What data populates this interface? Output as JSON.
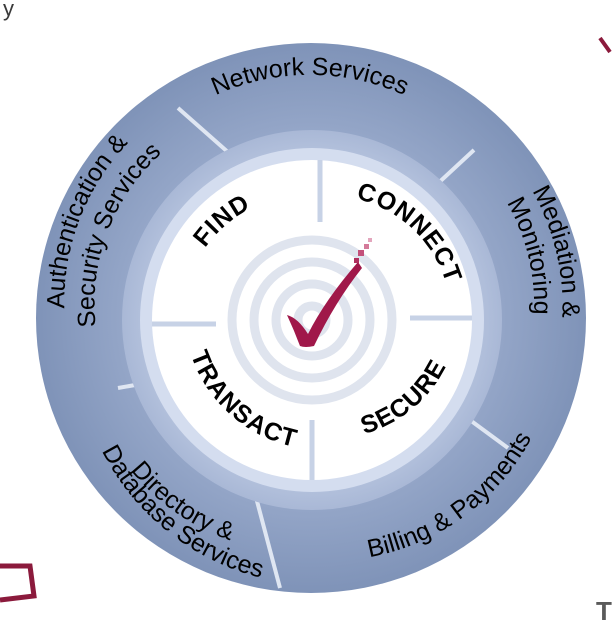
{
  "diagram": {
    "outer_ring": [
      {
        "id": "network",
        "text": "Network Services"
      },
      {
        "id": "mediation",
        "text": "Mediation & Monitoring"
      },
      {
        "id": "billing",
        "text": "Billing & Payments"
      },
      {
        "id": "directory",
        "text": "Directory & Database Services"
      },
      {
        "id": "auth",
        "text": "Authentication & Security Services"
      }
    ],
    "inner_quadrants": [
      {
        "id": "find",
        "text": "FIND"
      },
      {
        "id": "connect",
        "text": "CONNECT"
      },
      {
        "id": "secure",
        "text": "SECURE"
      },
      {
        "id": "transact",
        "text": "TRANSACT"
      }
    ],
    "center_icon": "checkmark-icon",
    "colors": {
      "outer_ring": "#8ea0c2",
      "middle_ring": "#b4c2de",
      "inner_disc": "#ffffff",
      "spokes": "#dfe6f2",
      "text": "#000000",
      "checkmark": "#a0184a",
      "frame": "#8b1a3c"
    }
  },
  "corner_text": {
    "top_left": "y",
    "bottom_right": "T"
  }
}
